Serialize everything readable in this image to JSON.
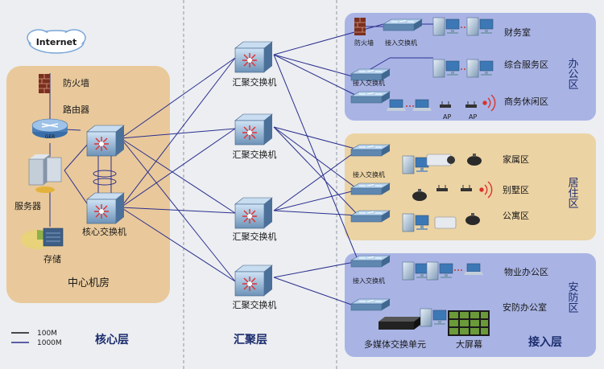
{
  "internet": "Internet",
  "core": {
    "firewall": "防火墙",
    "router": "路由器",
    "router_badge": "GER",
    "server": "服务器",
    "storage": "存储",
    "core_switch": "核心交换机",
    "room": "中心机房"
  },
  "agg_switch_label": "汇聚交换机",
  "office": {
    "firewall": "防火墙",
    "access_switch": "接入交换机",
    "access_switch2": "接入交换机",
    "rooms": [
      "财务室",
      "综合服务区",
      "商务休闲区"
    ],
    "ap_labels": [
      "AP",
      "AP"
    ],
    "zone_name": "办公区"
  },
  "living": {
    "access_switch": "接入交换机",
    "rooms": [
      "家属区",
      "别墅区",
      "公寓区"
    ],
    "zone_name": "居住区"
  },
  "security": {
    "access_switch": "接入交换机",
    "rooms": [
      "物业办公区",
      "安防办公室"
    ],
    "media_unit": "多媒体交换单元",
    "big_screen": "大屏幕",
    "zone_name": "安防区"
  },
  "legend": {
    "line1": "100M",
    "line2": "1000M"
  },
  "layers": {
    "core": "核心层",
    "aggregation": "汇聚层",
    "access": "接入层"
  }
}
